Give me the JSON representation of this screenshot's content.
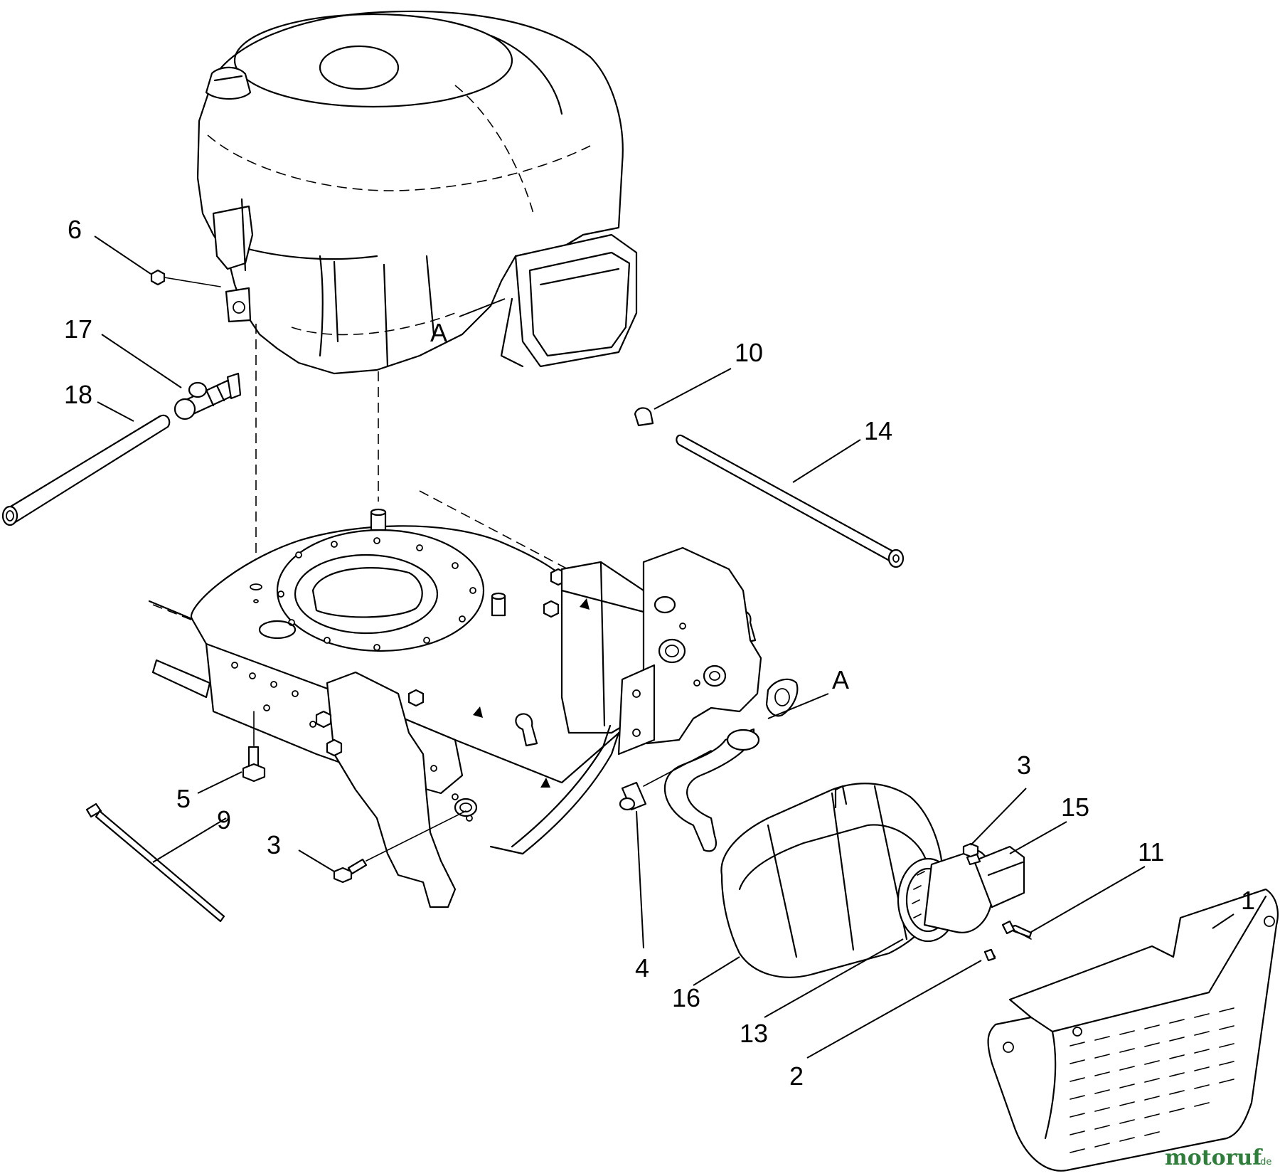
{
  "callouts": {
    "c1": "1",
    "c2": "2",
    "c3a": "3",
    "c3b": "3",
    "c4": "4",
    "c5": "5",
    "c6": "6",
    "c9": "9",
    "c10": "10",
    "c11": "11",
    "c13": "13",
    "c14": "14",
    "c15": "15",
    "c16": "16",
    "c17": "17",
    "c18": "18",
    "cA_engine": "A",
    "cA_flange": "A"
  },
  "watermark": {
    "text": "motoruf",
    "suffix": ".de"
  }
}
